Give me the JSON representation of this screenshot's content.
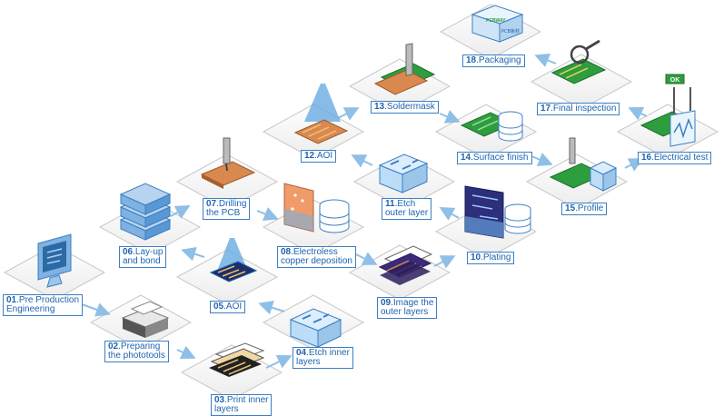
{
  "steps": [
    {
      "num": "01",
      "text": ".Pre Production\nEngineering"
    },
    {
      "num": "02",
      "text": ".Preparing\nthe phototools"
    },
    {
      "num": "03",
      "text": ".Print inner\nlayers"
    },
    {
      "num": "04",
      "text": ".Etch inner\nlayers"
    },
    {
      "num": "05",
      "text": ".AOI"
    },
    {
      "num": "06",
      "text": ".Lay-up\nand bond"
    },
    {
      "num": "07",
      "text": ".Drilling\nthe PCB"
    },
    {
      "num": "08",
      "text": ".Electroless\ncopper deposition"
    },
    {
      "num": "09",
      "text": ".Image the\nouter layers"
    },
    {
      "num": "10",
      "text": ".Plating"
    },
    {
      "num": "11",
      "text": ".Etch\nouter layer"
    },
    {
      "num": "12",
      "text": ".AOI"
    },
    {
      "num": "13",
      "text": ".Soldermask"
    },
    {
      "num": "14",
      "text": ".Surface finish"
    },
    {
      "num": "15",
      "text": ".Profile"
    },
    {
      "num": "16",
      "text": ".Electrical test"
    },
    {
      "num": "17",
      "text": ".Final inspection"
    },
    {
      "num": "18",
      "text": ".Packaging"
    }
  ],
  "box_logo": "PCBWAY",
  "box_text": "PCB板材",
  "ok_tag": "OK",
  "colors": {
    "accent": "#1f63ad",
    "arrow": "#8fbfe6",
    "tile": "#f4f4f4",
    "tile_edge": "#c9c9c9",
    "pcb_green": "#2e9d3e",
    "copper": "#d9894f",
    "stack": "#8fb4dc"
  }
}
